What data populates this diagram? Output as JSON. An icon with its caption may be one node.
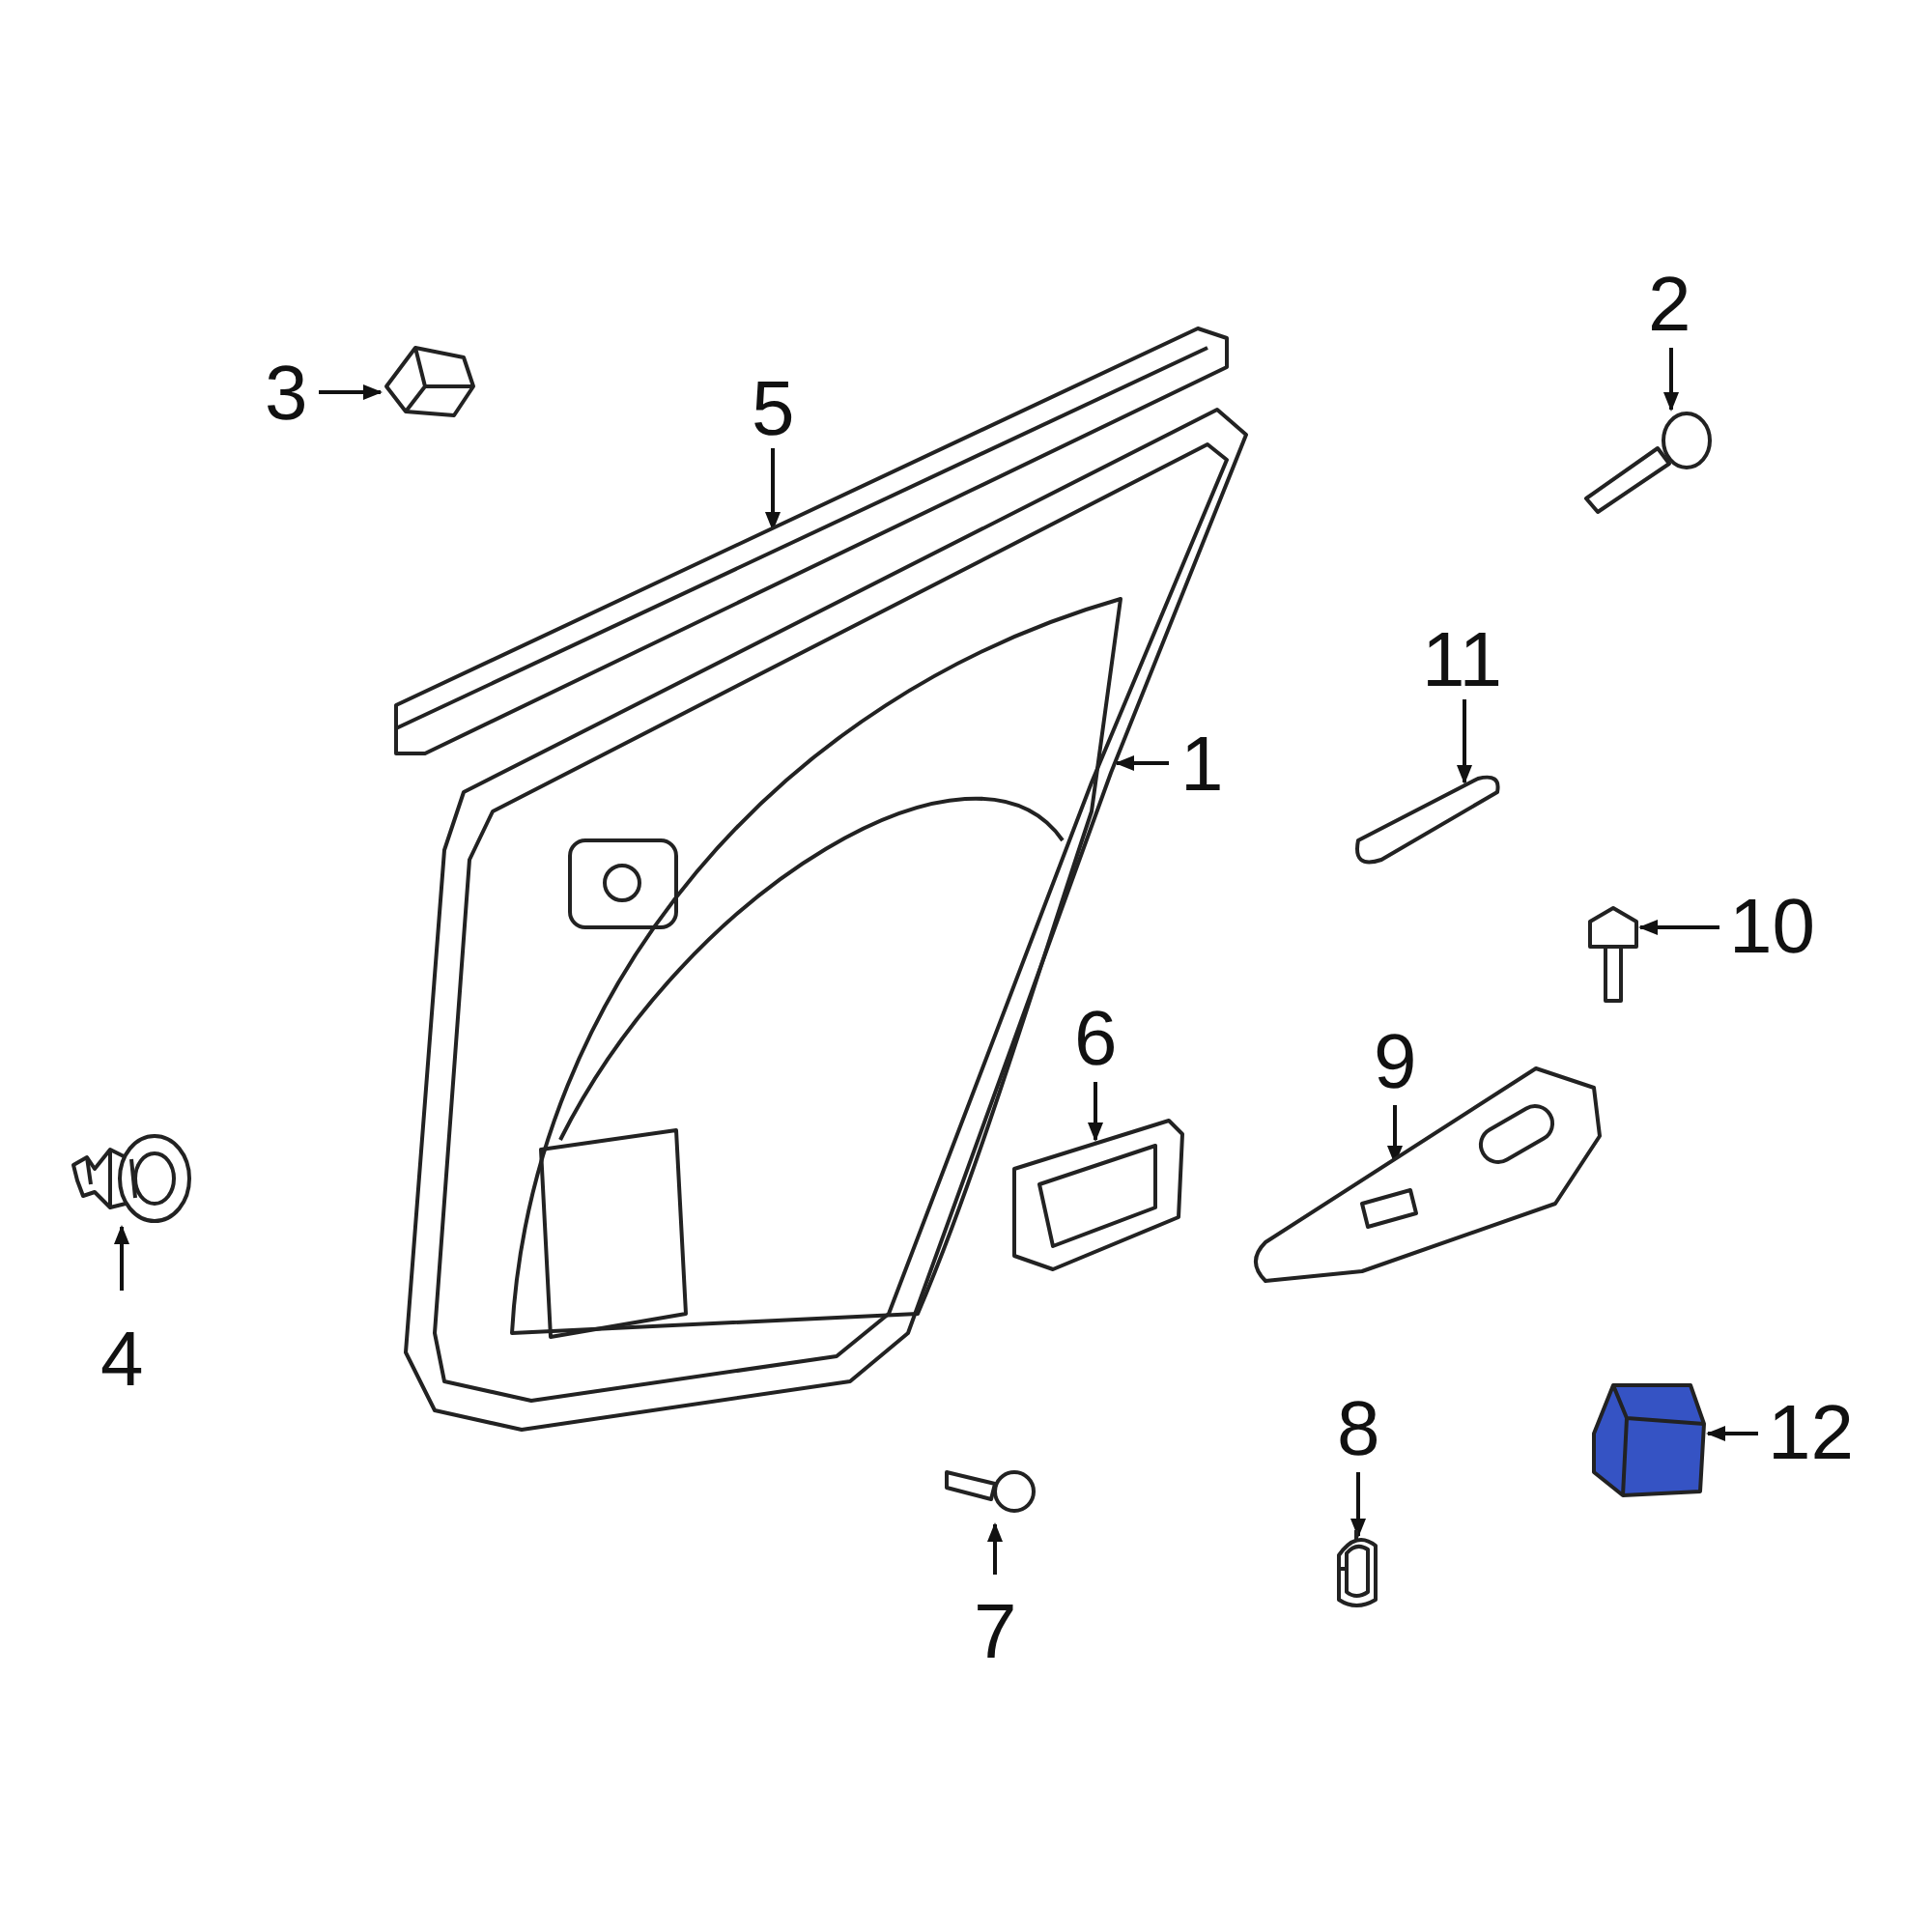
{
  "diagram": {
    "nodes": [
      {
        "text": [
          "1"
        ]
      },
      {
        "text": [
          "2"
        ]
      },
      {
        "text": [
          "3"
        ]
      },
      {
        "text": [
          "4"
        ]
      },
      {
        "text": [
          "5"
        ]
      },
      {
        "text": [
          "6"
        ]
      },
      {
        "text": [
          "7"
        ]
      },
      {
        "text": [
          "8"
        ]
      },
      {
        "text": [
          "9"
        ]
      },
      {
        "text": [
          "10"
        ]
      },
      {
        "text": [
          "11"
        ]
      },
      {
        "text": [
          "12"
        ]
      },
      {
        "text": [],
        "shape": "picture"
      },
      {
        "text": [],
        "shape": "picture"
      },
      {
        "text": [],
        "shape": "picture"
      },
      {
        "text": [],
        "shape": "picture"
      },
      {
        "text": [],
        "shape": "picture"
      },
      {
        "text": [],
        "shape": "picture"
      },
      {
        "text": [],
        "shape": "picture"
      },
      {
        "text": [],
        "shape": "picture"
      },
      {
        "text": [],
        "shape": "picture"
      },
      {
        "text": [],
        "shape": "picture"
      },
      {
        "text": [],
        "shape": "picture"
      },
      {
        "text": [],
        "shape": "picture"
      }
    ],
    "edges": [
      {
        "from": 0,
        "to": 12,
        "arrow": "to"
      },
      {
        "from": 1,
        "to": 13,
        "arrow": "to"
      },
      {
        "from": 2,
        "to": 14,
        "arrow": "to"
      },
      {
        "from": 3,
        "to": 15,
        "arrow": "to"
      },
      {
        "from": 4,
        "to": 16,
        "arrow": "to"
      },
      {
        "from": 5,
        "to": 17,
        "arrow": "to"
      },
      {
        "from": 6,
        "to": 18,
        "arrow": "to"
      },
      {
        "from": 7,
        "to": 19,
        "arrow": "to"
      },
      {
        "from": 8,
        "to": 20,
        "arrow": "to"
      },
      {
        "from": 9,
        "to": 21,
        "arrow": "to"
      },
      {
        "from": 10,
        "to": 22,
        "arrow": "to"
      },
      {
        "from": 11,
        "to": 23,
        "arrow": "to"
      }
    ]
  }
}
